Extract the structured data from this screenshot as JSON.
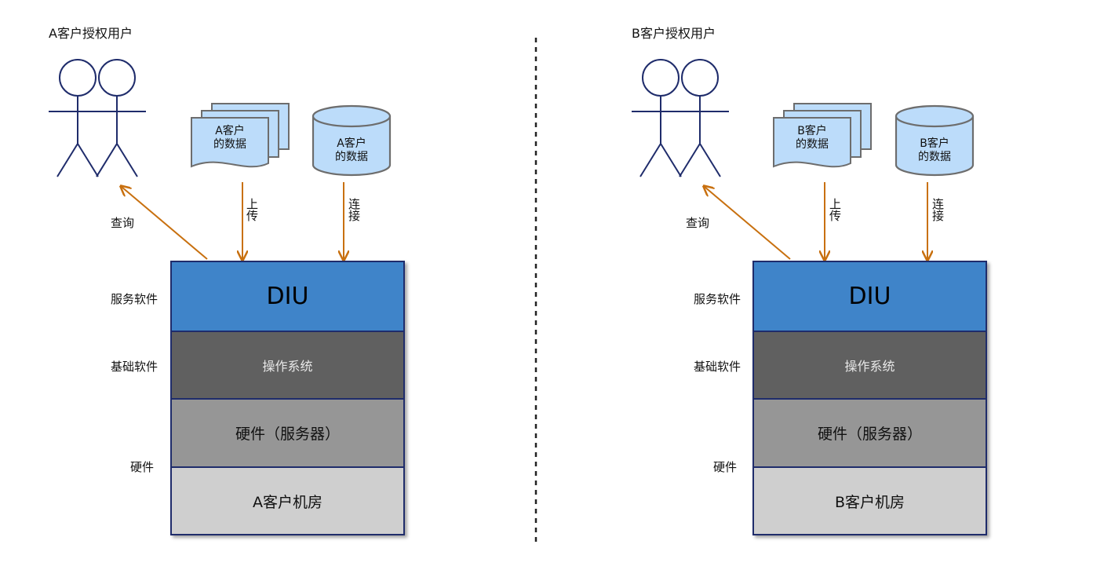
{
  "panels": [
    {
      "id": "a",
      "users_label": "A客户授权用户",
      "query_label": "查询",
      "upload_label": "上传",
      "connect_label": "连接",
      "doc_label_line1": "A客户",
      "doc_label_line2": "的数据",
      "db_label_line1": "A客户",
      "db_label_line2": "的数据",
      "side_labels": {
        "service": "服务软件",
        "base": "基础软件",
        "hardware": "硬件"
      },
      "layers": {
        "diu": "DIU",
        "os": "操作系统",
        "server": "硬件（服务器）",
        "room": "A客户机房"
      }
    },
    {
      "id": "b",
      "users_label": "B客户授权用户",
      "query_label": "查询",
      "upload_label": "上传",
      "connect_label": "连接",
      "doc_label_line1": "B客户",
      "doc_label_line2": "的数据",
      "db_label_line1": "B客户",
      "db_label_line2": "的数据",
      "side_labels": {
        "service": "服务软件",
        "base": "基础软件",
        "hardware": "硬件"
      },
      "layers": {
        "diu": "DIU",
        "os": "操作系统",
        "server": "硬件（服务器）",
        "room": "B客户机房"
      }
    }
  ],
  "colors": {
    "stick_figure": "#1f2c6b",
    "arrow": "#c8700f",
    "doc_fill": "#bcdcfa",
    "doc_stroke": "#6d6d6d",
    "divider": "#222222"
  },
  "icons": [
    "users-icon",
    "documents-icon",
    "database-icon"
  ]
}
